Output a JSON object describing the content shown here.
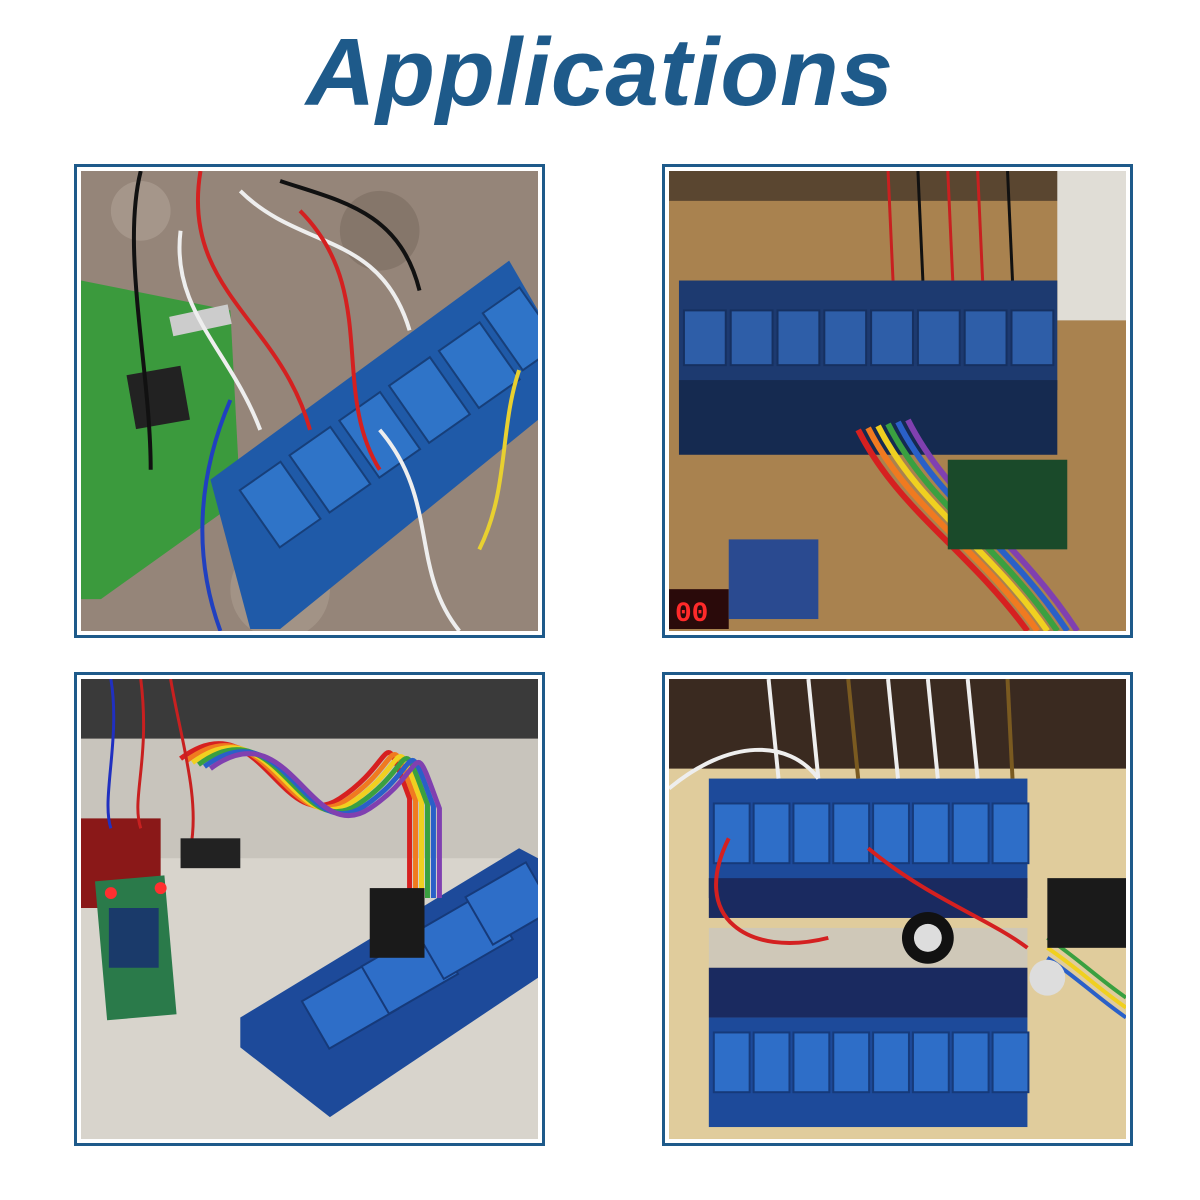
{
  "header": {
    "title": "Applications"
  },
  "colors": {
    "title": "#1e5a8a",
    "frame_border": "#1e5a8a",
    "relay_blue": "#2f6fb8",
    "pcb_green": "#3a8a3a"
  },
  "photos": [
    {
      "name": "photo-relay-board-with-raspberry-pi"
    },
    {
      "name": "photo-relay-board-on-wooden-panel"
    },
    {
      "name": "photo-relay-board-with-bluetooth-module"
    },
    {
      "name": "photo-dual-relay-boards-wired"
    }
  ]
}
